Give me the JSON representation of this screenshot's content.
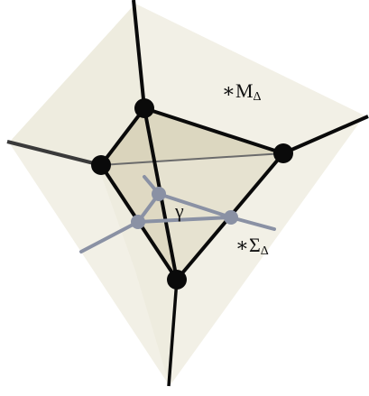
{
  "labels": {
    "m_delta": "∗M",
    "m_delta_sub": "Δ",
    "sigma_delta": "∗Σ",
    "sigma_delta_sub": "Δ",
    "gamma": "γ"
  },
  "colors": {
    "background": "#ffffff",
    "outer_region": "#f2f0e6",
    "outer_region_shade": "#e9e6d6",
    "inner_triangle": "#e0dcc8",
    "inner_triangle_shade": "#d3cdb2",
    "black_edges": "#0a0a0a",
    "grey_edges": "#8a91a4",
    "grey_nodes": "#8a91a4",
    "thin_edge": "#6b6b6b"
  }
}
